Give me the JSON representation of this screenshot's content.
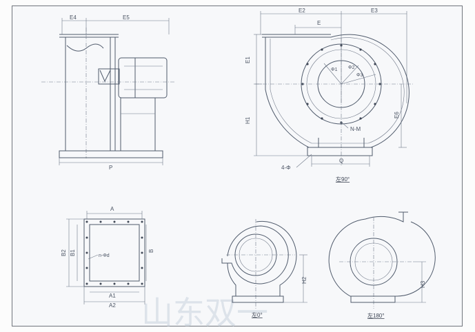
{
  "side_view": {
    "dims": {
      "e4": "E4",
      "e5": "E5",
      "p": "P"
    }
  },
  "main_view": {
    "dims": {
      "e2": "E2",
      "e3": "E3",
      "e": "E",
      "e1": "E1",
      "h1": "H1",
      "e6": "E6",
      "q": "Q",
      "phi1": "Φ1",
      "phi2": "Φ2",
      "phi3": "Φ3",
      "nm": "N-M",
      "four_phi": "4-Φ"
    },
    "caption": "左90°"
  },
  "flange_view": {
    "dims": {
      "a": "A",
      "b": "B",
      "b1": "B1",
      "b2": "B2",
      "a1": "A1",
      "a2": "A2",
      "n_phi_d": "n-Φd"
    }
  },
  "view_0": {
    "dims": {
      "h2": "H2"
    },
    "caption": "左0°"
  },
  "view_180": {
    "dims": {
      "h3": "H3"
    },
    "caption": "左180°"
  },
  "watermark": "山东双一",
  "colors": {
    "line": "#4f5a6b",
    "watermark": "#c9d2de"
  }
}
